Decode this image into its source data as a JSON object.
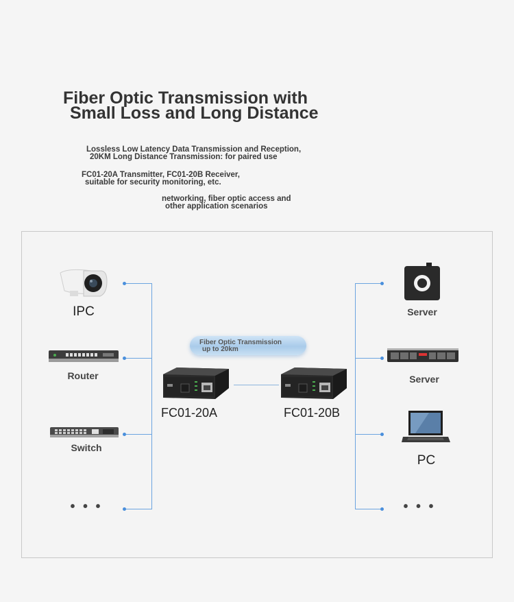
{
  "header": {
    "title_line1": "Fiber Optic Transmission with",
    "title_line2": "Small Loss and Long Distance",
    "sub1_line1": "Lossless Low Latency Data Transmission and Reception,",
    "sub1_line2": "20KM Long Distance Transmission: for paired use",
    "sub2_line1": "FC01-20A Transmitter, FC01-20B Receiver,",
    "sub2_line2": "suitable for security monitoring, etc.",
    "sub3_line1": "networking, fiber optic access and",
    "sub3_line2": "other application scenarios"
  },
  "diagram": {
    "left": [
      {
        "label": "IPC",
        "icon": "camera-icon"
      },
      {
        "label": "Router",
        "icon": "router-icon"
      },
      {
        "label": "Switch",
        "icon": "switch-icon"
      },
      {
        "label": "• • •",
        "icon": "more-icon"
      }
    ],
    "right": [
      {
        "label": "Server",
        "icon": "server-tower-icon"
      },
      {
        "label": "Server",
        "icon": "server-rack-icon"
      },
      {
        "label": "PC",
        "icon": "laptop-icon"
      },
      {
        "label": "• • •",
        "icon": "more-icon"
      }
    ],
    "fiber_line1": "Fiber Optic Transmission",
    "fiber_line2": "up to 20km",
    "converter_a": "FC01-20A",
    "converter_b": "FC01-20B",
    "colors": {
      "line": "#6ba4e0",
      "dot": "#4a8fdc"
    }
  }
}
